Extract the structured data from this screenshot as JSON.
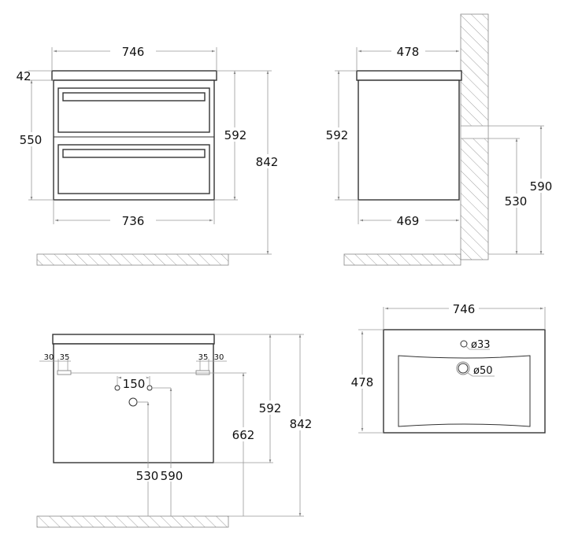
{
  "front_view": {
    "width_top": "746",
    "top_thickness": "42",
    "body_height": "550",
    "cabinet_height": "592",
    "total_height": "842",
    "width_body": "736"
  },
  "side_view": {
    "depth_top": "478",
    "height": "592",
    "depth_body": "469",
    "pipe_low": "530",
    "pipe_high": "590"
  },
  "rear_view": {
    "left_offset": "30",
    "left_hanger": "35",
    "right_hanger": "35",
    "right_offset": "30",
    "pipe_spacing": "150",
    "drain_height": "530",
    "pipe_height": "590",
    "hanger_height": "662",
    "cabinet_height": "592",
    "total_height": "842"
  },
  "top_view": {
    "width": "746",
    "depth": "478",
    "tap_hole": "ø33",
    "drain_hole": "ø50"
  }
}
